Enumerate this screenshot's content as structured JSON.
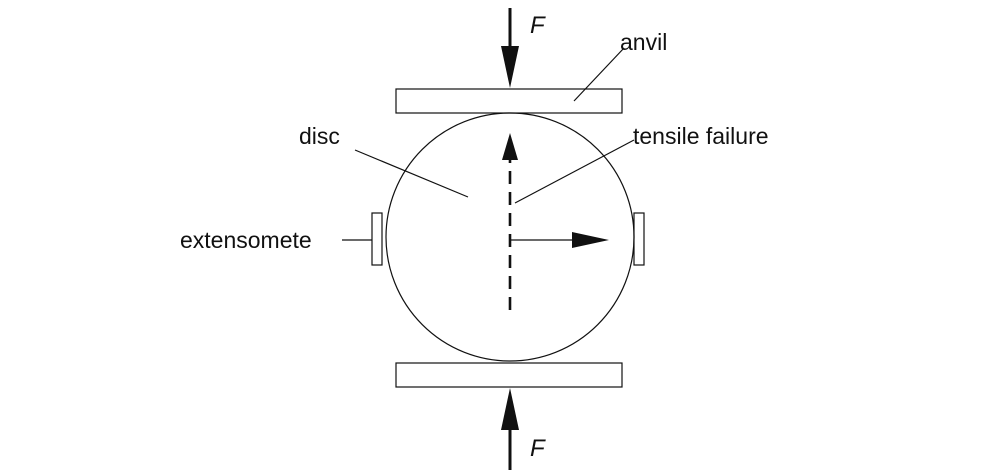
{
  "labels": {
    "force_top": "F",
    "force_bottom": "F",
    "anvil": "anvil",
    "disc": "disc",
    "tensile_failure": "tensile failure",
    "extensometer": "extensomete"
  }
}
